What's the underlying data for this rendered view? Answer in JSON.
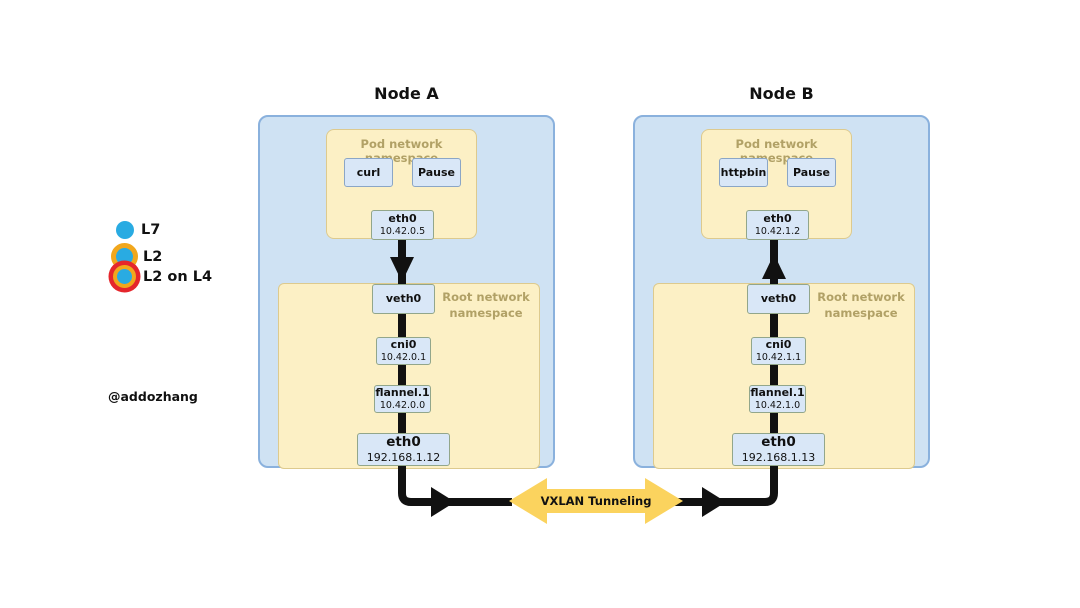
{
  "legend": {
    "items": [
      {
        "label": "L7",
        "icon": "l7-dot"
      },
      {
        "label": "L2",
        "icon": "l2-dot"
      },
      {
        "label": "L2 on L4",
        "icon": "l2-on-l4-dot"
      }
    ]
  },
  "watermark": "@addozhang",
  "vxlan": {
    "label": "VXLAN Tunneling"
  },
  "nodes": [
    {
      "title": "Node A",
      "pod_namespace": {
        "label": "Pod network namespace",
        "containers": [
          "curl",
          "Pause"
        ],
        "eth0": {
          "name": "eth0",
          "ip": "10.42.0.5"
        }
      },
      "root_namespace": {
        "label": "Root network namespace",
        "interfaces": [
          {
            "name": "veth0",
            "ip": ""
          },
          {
            "name": "cni0",
            "ip": "10.42.0.1"
          },
          {
            "name": "flannel.1",
            "ip": "10.42.0.0"
          },
          {
            "name": "eth0",
            "ip": "192.168.1.12"
          }
        ]
      }
    },
    {
      "title": "Node B",
      "pod_namespace": {
        "label": "Pod network namespace",
        "containers": [
          "httpbin",
          "Pause"
        ],
        "eth0": {
          "name": "eth0",
          "ip": "10.42.1.2"
        }
      },
      "root_namespace": {
        "label": "Root network namespace",
        "interfaces": [
          {
            "name": "veth0",
            "ip": ""
          },
          {
            "name": "cni0",
            "ip": "10.42.1.1"
          },
          {
            "name": "flannel.1",
            "ip": "10.42.1.0"
          },
          {
            "name": "eth0",
            "ip": "192.168.1.13"
          }
        ]
      }
    }
  ],
  "colors": {
    "node_fill": "#cfe2f3",
    "node_border": "#8ab1dd",
    "namespace_fill": "#fcf0c5",
    "namespace_border": "#ddca8e",
    "namespace_label_text": "#b1a166",
    "box_fill": "#d9e7f7",
    "connector_black": "#111111",
    "vxlan_yellow": "#fbd35e",
    "legend_blue": "#29abe2",
    "legend_yellow": "#f1a71d",
    "legend_red": "#e5262c"
  }
}
